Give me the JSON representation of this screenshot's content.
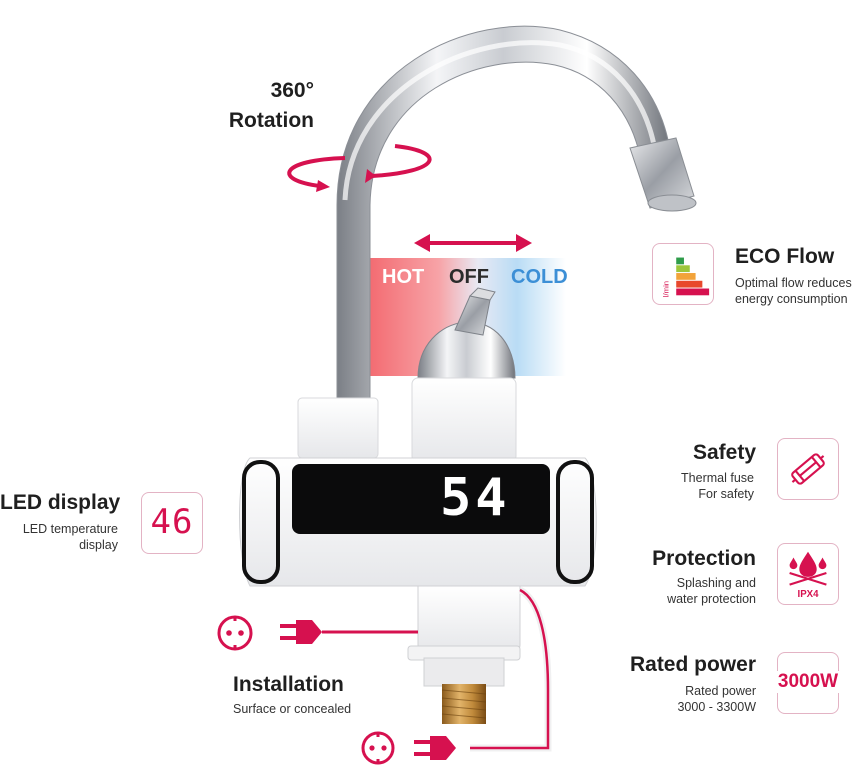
{
  "rotation": {
    "line1": "360°",
    "line2": "Rotation"
  },
  "temperature_mode": {
    "hot": "HOT",
    "off": "OFF",
    "cold": "COLD"
  },
  "eco_flow": {
    "title": "ECO Flow",
    "desc_line1": "Optimal flow reduces",
    "desc_line2": "energy consumption",
    "icon_label": "l/min"
  },
  "safety": {
    "title": "Safety",
    "desc_line1": "Thermal fuse",
    "desc_line2": "For safety"
  },
  "protection": {
    "title": "Protection",
    "desc_line1": "Splashing and",
    "desc_line2": "water protection",
    "badge": "IPX4"
  },
  "rated_power": {
    "title": "Rated power",
    "desc_line1": "Rated power",
    "desc_line2": "3000 - 3300W",
    "badge": "3000W"
  },
  "led_display": {
    "title": "LED display",
    "desc_line1": "LED temperature",
    "desc_line2": "display",
    "icon_value": "46"
  },
  "faucet_display": {
    "value": "54"
  },
  "installation": {
    "title": "Installation",
    "desc": "Surface or concealed"
  },
  "colors": {
    "accent": "#d6114f",
    "hot": "#f47c7c",
    "cold": "#6fb7ea",
    "text": "#1f1f1f"
  }
}
